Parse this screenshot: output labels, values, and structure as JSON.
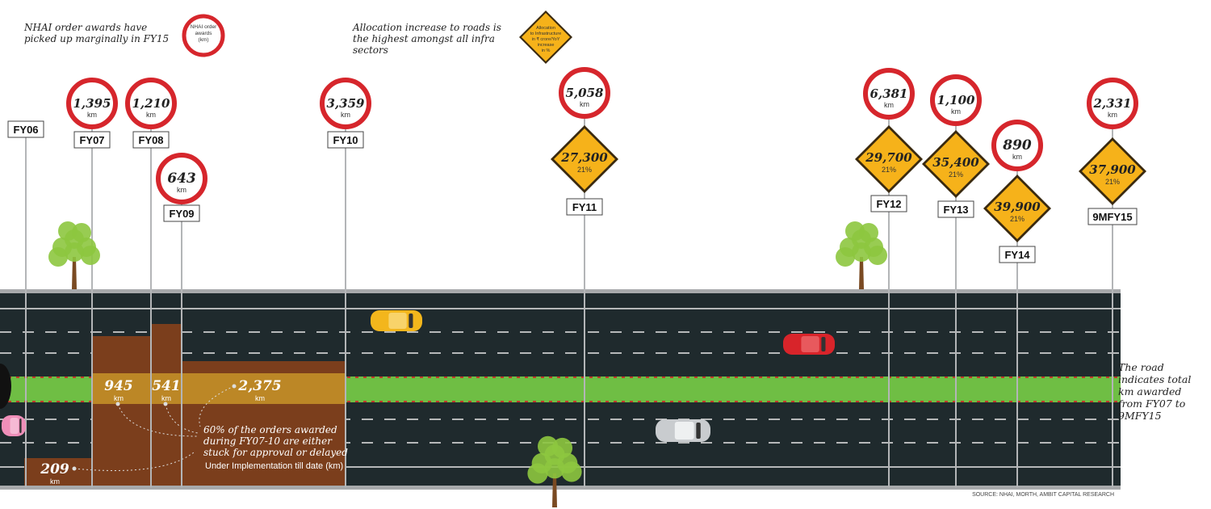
{
  "header": {
    "nhai_note": "NHAI order awards have picked up marginally in FY15",
    "nhai_legend": [
      "NHAI order",
      "awards",
      "(km)"
    ],
    "alloc_note": "Allocation increase to roads is the highest amongst all infra sectors",
    "alloc_legend": [
      "Allocation",
      "to Infrastructure",
      "in ₹ crore/YoY",
      "increase",
      "in %"
    ]
  },
  "side_note": "The road indicates total km awarded from FY07 to 9MFY15",
  "source": "SOURCE: NHAI, MORTH, AMBIT CAPITAL RESEARCH",
  "stuck_note": "60% of the orders awarded during FY07-10 are either stuck for approval or delayed",
  "impl_note": "Under Implementation till date (km)",
  "km_unit": "km",
  "colors": {
    "road": "#1f2a2d",
    "shoulder": "#a7a9ab",
    "median": "#6fbe44",
    "brown": "#7b3e1c",
    "sign_red": "#d6262c",
    "diamond": "#f6b21a",
    "pole": "#b3b5b7"
  },
  "chart_data": {
    "type": "bar",
    "categories": [
      "FY06",
      "FY07",
      "FY08",
      "FY09",
      "FY10",
      "FY11",
      "FY12",
      "FY13",
      "FY14",
      "9MFY15"
    ],
    "series": [
      {
        "values": [
          null,
          1395,
          1210,
          643,
          3359,
          5058,
          6381,
          1100,
          890,
          2331
        ]
      },
      {
        "values": [
          null,
          null,
          null,
          null,
          null,
          27300,
          29700,
          35400,
          39900,
          37900
        ]
      },
      {
        "values": [
          null,
          null,
          null,
          null,
          null,
          21,
          21,
          21,
          21,
          21
        ]
      }
    ],
    "awards_labels": [
      "",
      "1,395",
      "1,210",
      "643",
      "3,359",
      "5,058",
      "6,381",
      "1,100",
      "890",
      "2,331"
    ],
    "allocation_labels": [
      "",
      "",
      "",
      "",
      "",
      "27,300",
      "29,700",
      "35,400",
      "39,900",
      "37,900"
    ],
    "yoy_labels": [
      "",
      "",
      "",
      "",
      "",
      "21%",
      "21%",
      "21%",
      "21%",
      "21%"
    ],
    "under_implementation": {
      "categories": [
        "FY06",
        "FY07",
        "FY08",
        "FY09-10"
      ],
      "values": [
        209,
        945,
        541,
        2375
      ],
      "labels": [
        "209",
        "945",
        "541",
        "2,375"
      ]
    }
  }
}
